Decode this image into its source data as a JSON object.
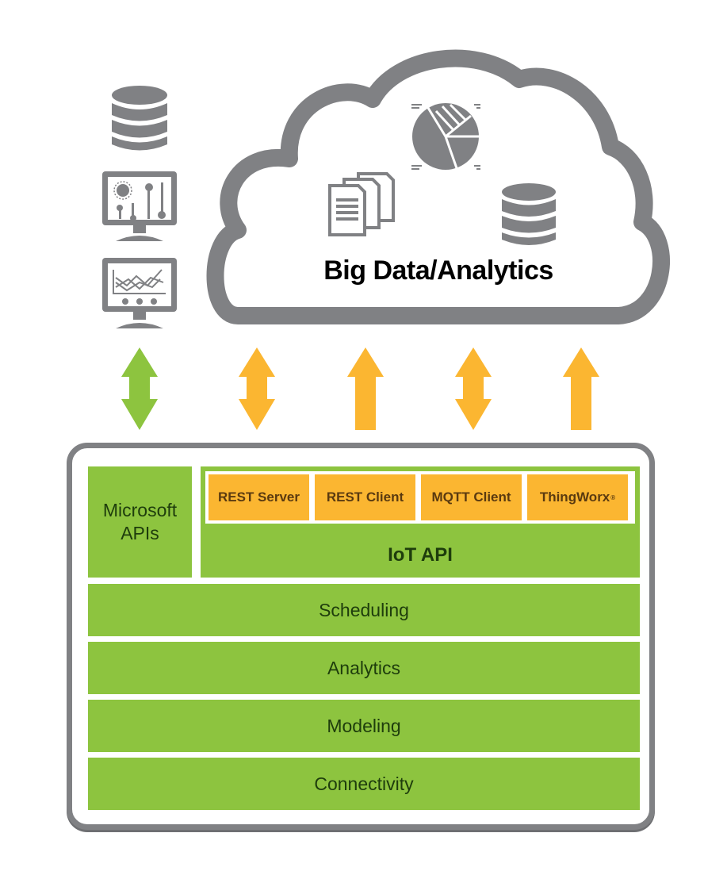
{
  "cloud": {
    "title": "Big Data/Analytics",
    "icons": [
      "documents-icon",
      "pie-chart-icon",
      "database-icon"
    ]
  },
  "device_icons": [
    "database-icon",
    "control-panel-monitor-icon",
    "line-chart-monitor-icon"
  ],
  "arrows": [
    {
      "name": "microsoft-apis-arrow",
      "direction": "bidirectional",
      "color": "#8dc43f"
    },
    {
      "name": "rest-server-arrow",
      "direction": "bidirectional",
      "color": "#fbb631"
    },
    {
      "name": "rest-client-arrow",
      "direction": "up",
      "color": "#fbb631"
    },
    {
      "name": "mqtt-client-arrow",
      "direction": "bidirectional",
      "color": "#fbb631"
    },
    {
      "name": "thingworx-arrow",
      "direction": "up",
      "color": "#fbb631"
    }
  ],
  "stack": {
    "microsoft_apis": {
      "line1": "Microsoft",
      "line2": "APIs"
    },
    "iot_api": {
      "label": "IoT API",
      "protocols": [
        {
          "label": "REST Server"
        },
        {
          "label": "REST Client"
        },
        {
          "label": "MQTT Client"
        },
        {
          "label": "ThingWorx",
          "mark": "®"
        }
      ]
    },
    "layers": [
      "Scheduling",
      "Analytics",
      "Modeling",
      "Connectivity"
    ]
  },
  "colors": {
    "green": "#8dc43f",
    "orange": "#fbb631",
    "gray": "#808184",
    "dark_green_text": "#1e3d0c"
  }
}
